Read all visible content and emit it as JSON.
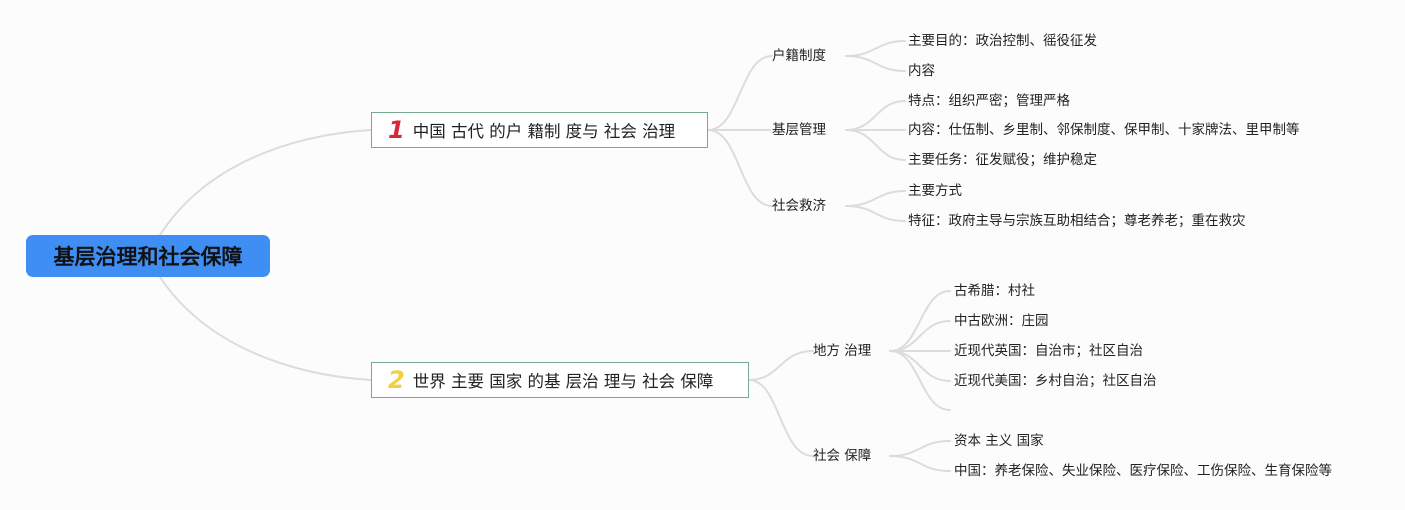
{
  "root": {
    "label": "基层治理和社会保障"
  },
  "branches": [
    {
      "num": "1",
      "label": "中国 古代 的户 籍制 度与 社会 治理",
      "children": [
        {
          "label": "户籍制度",
          "leaves": [
            "主要目的：政治控制、徭役征发",
            "内容"
          ]
        },
        {
          "label": "基层管理",
          "leaves": [
            "特点：组织严密；管理严格",
            "内容：仕伍制、乡里制、邻保制度、保甲制、十家牌法、里甲制等",
            "主要任务：征发赋役；维护稳定"
          ]
        },
        {
          "label": "社会救济",
          "leaves": [
            "主要方式",
            "特征：政府主导与宗族互助相结合；尊老养老；重在救灾"
          ]
        }
      ]
    },
    {
      "num": "2",
      "label": "世界 主要 国家 的基 层治 理与 社会 保障",
      "children": [
        {
          "label": "地方 治理",
          "leaves": [
            "古希腊：村社",
            "中古欧洲：庄园",
            "近现代英国：自治市；社区自治",
            "近现代美国：乡村自治；社区自治",
            ""
          ]
        },
        {
          "label": "社会 保障",
          "leaves": [
            "资本 主义 国家",
            "中国：养老保险、失业保险、医疗保险、工伤保险、生育保险等"
          ]
        }
      ]
    }
  ]
}
